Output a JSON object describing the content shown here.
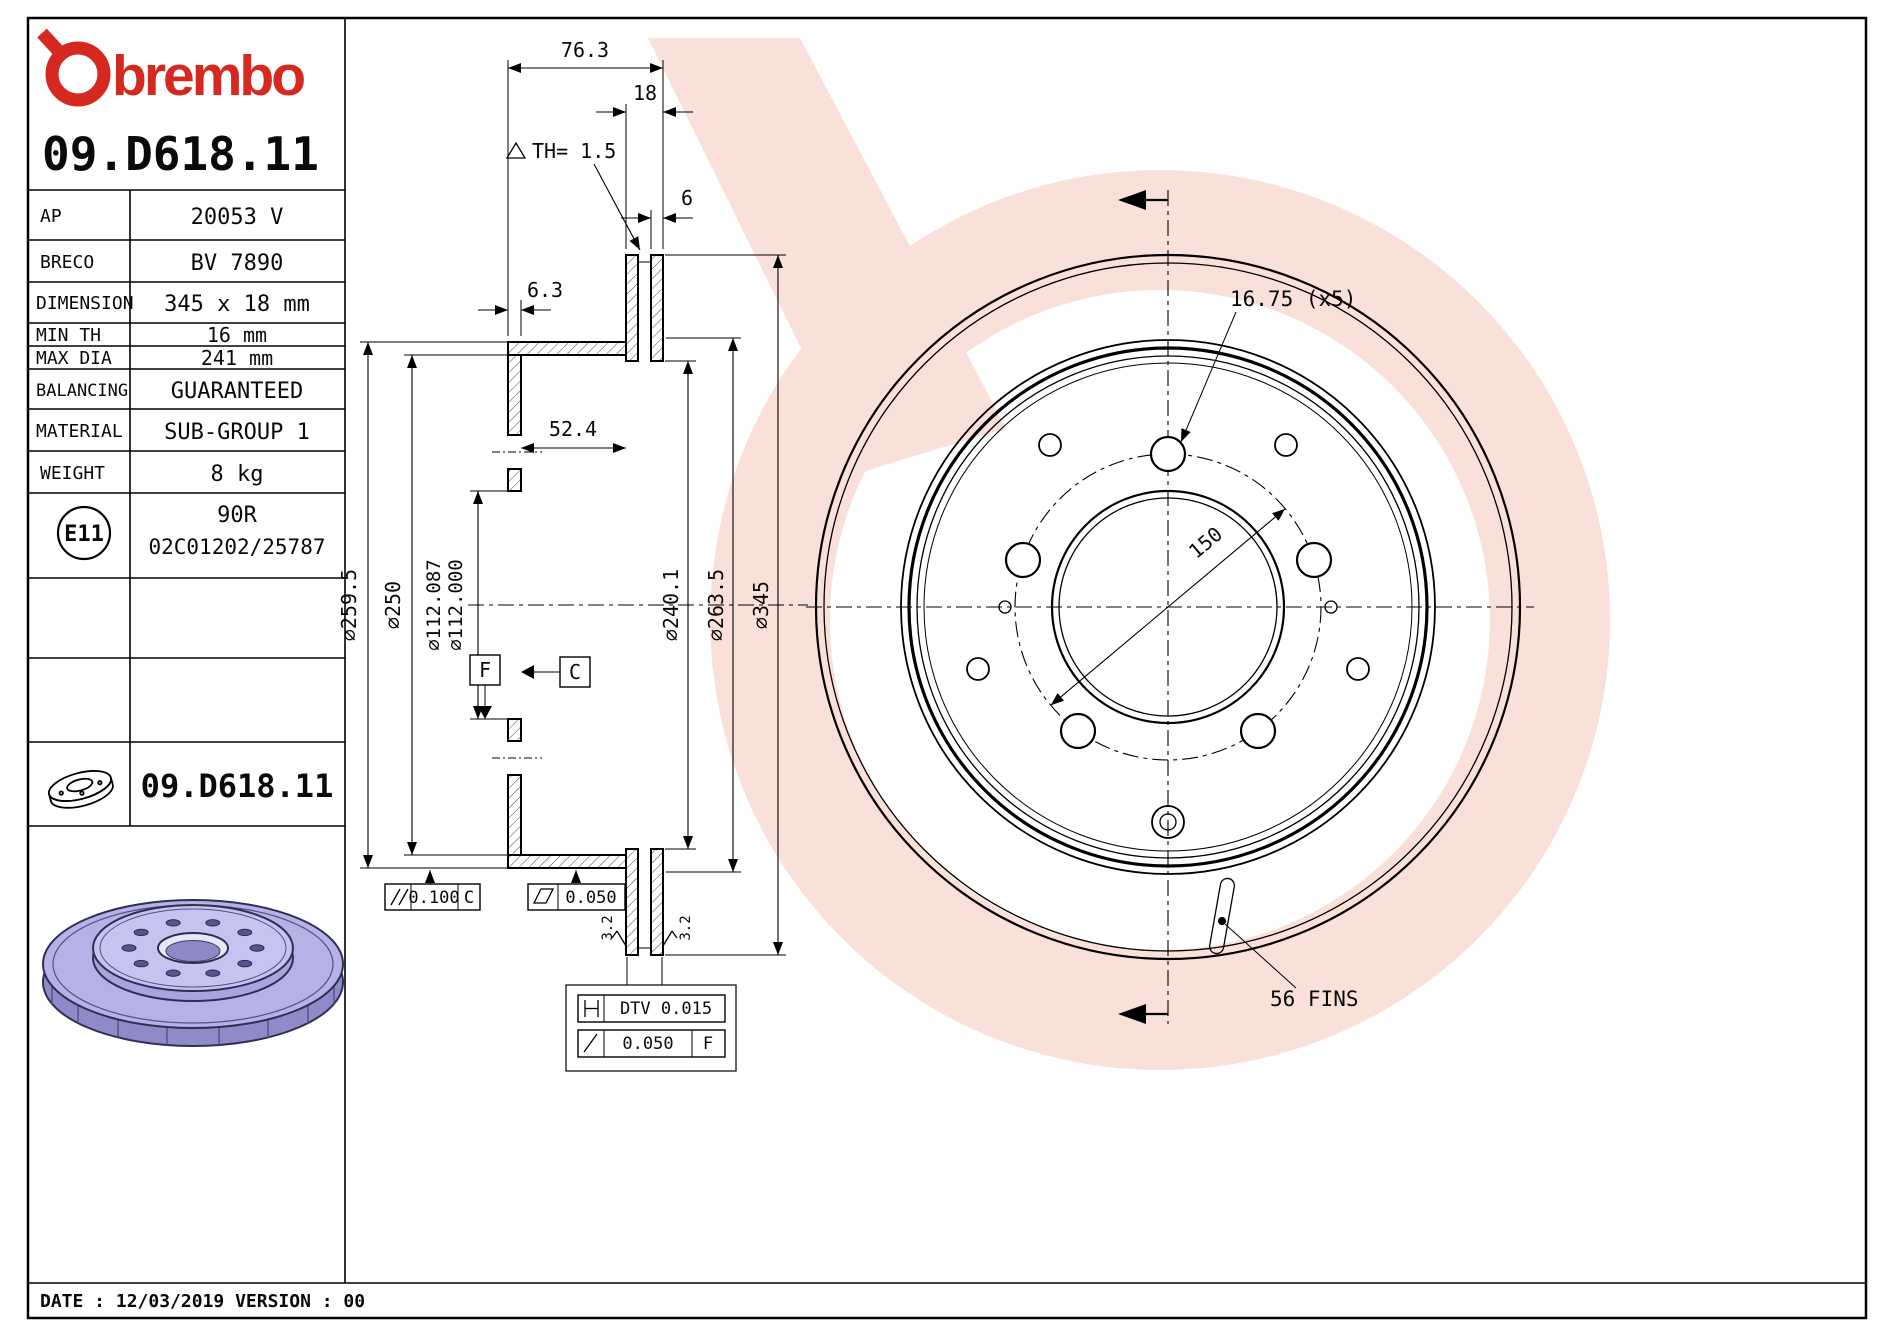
{
  "header": {
    "brand": "brembo",
    "part_number": "09.D618.11"
  },
  "spec_table": {
    "rows": [
      {
        "label": "AP",
        "value": "20053 V"
      },
      {
        "label": "BRECO",
        "value": "BV 7890"
      },
      {
        "label": "DIMENSION",
        "value": "345 x 18 mm"
      },
      {
        "label": "MIN TH",
        "value": "16 mm"
      },
      {
        "label": "MAX DIA",
        "value": "241 mm"
      },
      {
        "label": "BALANCING",
        "value": "GUARANTEED"
      },
      {
        "label": "MATERIAL",
        "value": "SUB-GROUP 1"
      },
      {
        "label": "WEIGHT",
        "value": "8 kg"
      }
    ],
    "approval": {
      "badge": "E11",
      "line1": "90R",
      "line2": "02C01202/25787"
    },
    "footer_part_number": "09.D618.11"
  },
  "section_view": {
    "width_total": "76.3",
    "band_thickness": "18",
    "min_th": "TH= 1.5",
    "plate_thickness": "6",
    "hat_thickness": "6.3",
    "hat_depth": "52.4",
    "dia_259_5": "⌀259.5",
    "dia_250": "⌀250",
    "dia_112_max": "⌀112.087",
    "dia_112_min": "⌀112.000",
    "dia_240_1": "⌀240.1",
    "dia_263_5": "⌀263.5",
    "dia_345": "⌀345",
    "datum_f": "F",
    "datum_c": "C",
    "parallelism_value": "0.100",
    "parallelism_datum": "C",
    "flatness_value": "0.050",
    "roughness_left": "3.2",
    "roughness_right": "3.2",
    "dtv_label": "DTV 0.015",
    "runout_value": "0.050",
    "runout_datum": "F"
  },
  "front_view": {
    "bolt_hole_label": "16.75 (x5)",
    "bolt_circle_dia": "150",
    "fins_label": "56 FINS"
  },
  "page": {
    "date_line": "DATE : 12/03/2019 VERSION : 00"
  }
}
